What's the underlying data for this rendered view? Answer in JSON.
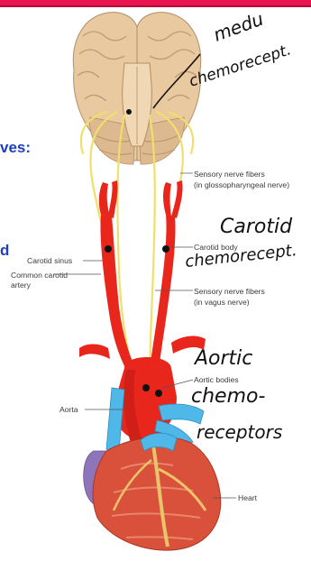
{
  "slide_fragments": {
    "nerves_fragment": "ves:",
    "d_fragment": "d"
  },
  "labels": {
    "sensory_glosso_1": "Sensory nerve fibers",
    "sensory_glosso_2": "(in glossopharyngeal nerve)",
    "carotid_sinus": "Carotid sinus",
    "carotid_body": "Carotid body",
    "common_carotid_1": "Common carotid",
    "common_carotid_2": "artery",
    "sensory_vagus_1": "Sensory nerve fibers",
    "sensory_vagus_2": "(in vagus nerve)",
    "aortic_bodies": "Aortic bodies",
    "aorta": "Aorta",
    "heart": "Heart"
  },
  "handwriting": {
    "medullary_1": "medu",
    "medullary_2": "chemorecept.",
    "carotid_1": "Carotid",
    "carotid_2": "chemorecept.",
    "aortic_1": "Aortic",
    "aortic_2": "chemo-",
    "aortic_3": "receptors"
  },
  "colors": {
    "top_bar": "#e8134f",
    "brain": "#e8c9a0",
    "artery": "#e8261c",
    "nerve": "#f0df6a",
    "vein": "#4fb8e8",
    "heart": "#d9513a",
    "fragment_text": "#1f3fbf"
  }
}
